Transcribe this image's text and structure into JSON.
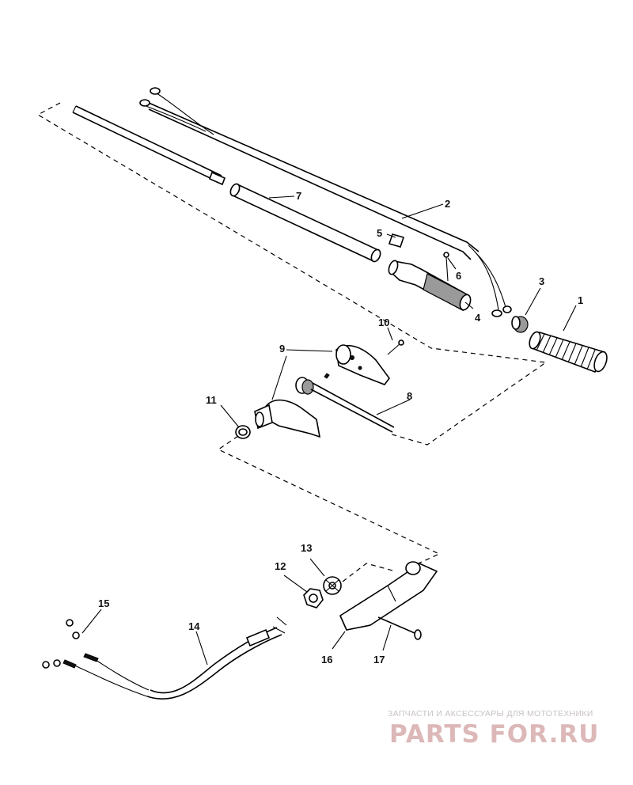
{
  "diagram": {
    "callouts": [
      "1",
      "2",
      "3",
      "4",
      "5",
      "6",
      "7",
      "8",
      "9",
      "10",
      "11",
      "12",
      "13",
      "14",
      "15",
      "16",
      "17"
    ]
  },
  "watermark": {
    "tagline": "ЗАПЧАСТИ И АКСЕССУАРЫ ДЛЯ МОТОТЕХНИКИ",
    "logo": "PARTS FOR.RU"
  }
}
